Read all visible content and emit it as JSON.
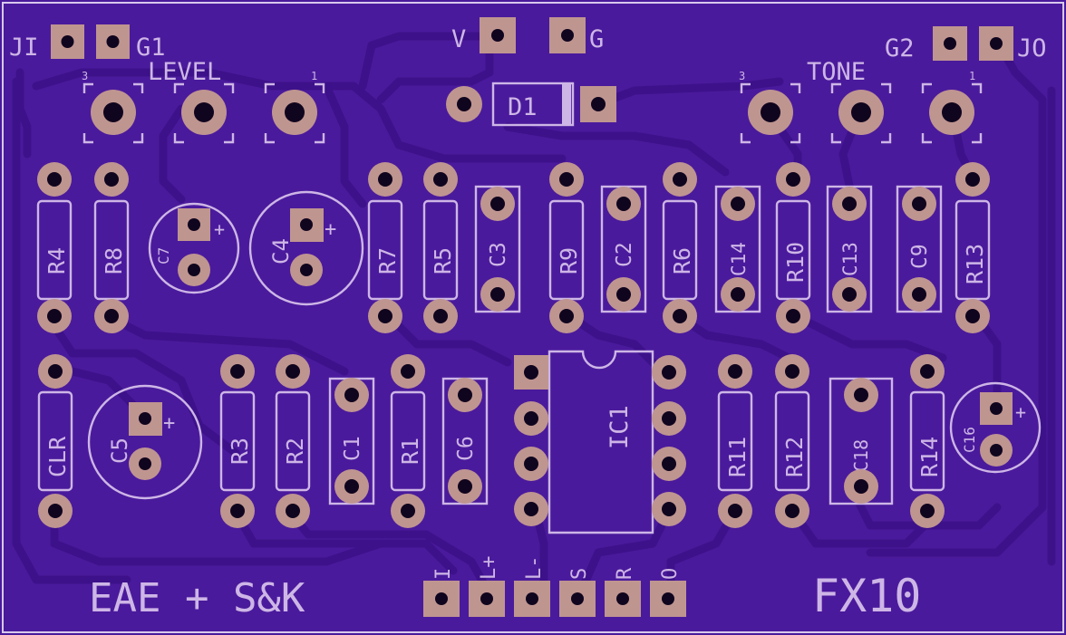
{
  "board": {
    "name": "FX10",
    "credit": "EAE + S&K"
  },
  "connectors": {
    "ji": "JI",
    "g1": "G1",
    "v": "V",
    "g": "G",
    "g2": "G2",
    "jo": "JO"
  },
  "pots": {
    "level": {
      "label": "LEVEL",
      "pin3": "3",
      "pin1": "1"
    },
    "tone": {
      "label": "TONE",
      "pin3": "3",
      "pin1": "1"
    }
  },
  "diode": "D1",
  "ic": "IC1",
  "resistors": {
    "r4": "R4",
    "r8": "R8",
    "r7": "R7",
    "r5": "R5",
    "r9": "R9",
    "r6": "R6",
    "r10": "R10",
    "r13": "R13",
    "clr": "CLR",
    "r3": "R3",
    "r2": "R2",
    "r1": "R1",
    "r11": "R11",
    "r12": "R12",
    "r14": "R14"
  },
  "capacitors": {
    "c7": "C7",
    "c4": "C4",
    "c3": "C3",
    "c2": "C2",
    "c14": "C14",
    "c13": "C13",
    "c9": "C9",
    "c5": "C5",
    "c1": "C1",
    "c6": "C6",
    "c18": "C18",
    "c16": "C16"
  },
  "polarity": {
    "plus": "+"
  },
  "header_pins": [
    "I",
    "L+",
    "L-",
    "S",
    "R",
    "O"
  ],
  "colors": {
    "board": "#4a1a9c",
    "trace": "#3d118a",
    "silkscreen": "#cdb6e6",
    "pad": "#bf9590"
  }
}
